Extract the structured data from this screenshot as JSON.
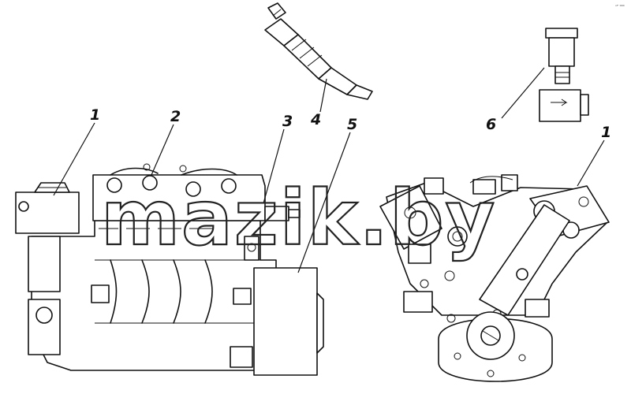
{
  "callouts": [
    {
      "id": "1a",
      "text": "1"
    },
    {
      "id": "2",
      "text": "2"
    },
    {
      "id": "3",
      "text": "3"
    },
    {
      "id": "4",
      "text": "4"
    },
    {
      "id": "5",
      "text": "5"
    },
    {
      "id": "6",
      "text": "6"
    },
    {
      "id": "1b",
      "text": "1"
    }
  ],
  "watermark": "mazik.by",
  "corner_mark": "ᵛᴾ ⁰⁰⁰"
}
